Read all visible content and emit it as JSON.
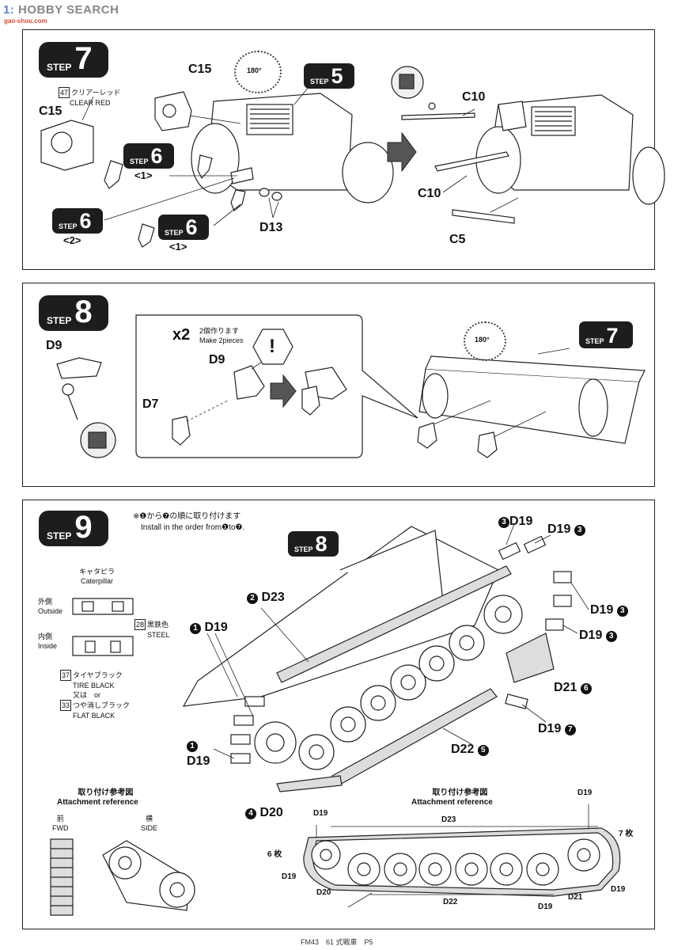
{
  "watermark": {
    "brand": "HOBBY SEARCH",
    "brand_prefix": "1:",
    "url": "gao-shou.com"
  },
  "step7": {
    "word": "STEP",
    "number": "7",
    "ref_step5": {
      "word": "STEP",
      "number": "5"
    },
    "ref_step6_a": {
      "word": "STEP",
      "number": "6",
      "sub": "<1>"
    },
    "ref_step6_b": {
      "word": "STEP",
      "number": "6",
      "sub": "<2>"
    },
    "ref_step6_c": {
      "word": "STEP",
      "number": "6",
      "sub": "<1>"
    },
    "rotate": "180°",
    "paint_num": "47",
    "paint_jp": "クリアーレッド",
    "paint_en": "CLEAR RED",
    "labels": {
      "c15_top": "C15",
      "c15_left": "C15",
      "d13": "D13",
      "c10_top": "C10",
      "c10_bottom": "C10",
      "c5": "C5"
    }
  },
  "step8": {
    "word": "STEP",
    "number": "8",
    "ref_step7": {
      "word": "STEP",
      "number": "7"
    },
    "rotate": "180°",
    "multiplier": "x2",
    "make_jp": "2個作ります",
    "make_en": "Make 2pieces",
    "warning": "!",
    "labels": {
      "d9_left": "D9",
      "d9_mid": "D9",
      "d7": "D7"
    }
  },
  "step9": {
    "word": "STEP",
    "number": "9",
    "ref_step8": {
      "word": "STEP",
      "number": "8"
    },
    "order_jp": "※❶から❼の順に取り付けます",
    "order_en": "Install in the order from❶to❼.",
    "legend": {
      "caterpillar_jp": "キャタピラ",
      "caterpillar_en": "Caterpillar",
      "outside_jp": "外側",
      "outside_en": "Outside",
      "inside_jp": "内側",
      "inside_en": "Inside",
      "steel_num": "28",
      "steel_jp": "黒鉄色",
      "steel_en": "STEEL",
      "tire_num": "37",
      "tire_jp": "タイヤブラック",
      "tire_en": "TIRE BLACK",
      "or_jp": "又は",
      "or_en": "or",
      "flat_num": "33",
      "flat_jp": "つや消しブラック",
      "flat_en": "FLAT BLACK"
    },
    "callouts": [
      {
        "num": "1",
        "part": "D19"
      },
      {
        "num": "2",
        "part": "D23"
      },
      {
        "num": "3",
        "part": "D19"
      },
      {
        "num": "4",
        "part": "D20"
      },
      {
        "num": "5",
        "part": "D22"
      },
      {
        "num": "6",
        "part": "D21"
      },
      {
        "num": "7",
        "part": "D19"
      }
    ],
    "attach_left": {
      "title_jp": "取り付け参考図",
      "title_en": "Attachment reference",
      "fwd_jp": "前",
      "fwd_en": "FWD",
      "side_jp": "横",
      "side_en": "SIDE"
    },
    "attach_right": {
      "title_jp": "取り付け参考図",
      "title_en": "Attachment reference",
      "labels": {
        "d19_a": "D19",
        "d23": "D23",
        "d19_b": "D19",
        "count_6": "6 枚",
        "d19_c": "D19",
        "d20": "D20",
        "d22": "D22",
        "d19_d": "D19",
        "d21": "D21",
        "d19_e": "D19",
        "count_7": "7 枚"
      }
    }
  },
  "footer": "FM43　61 式戦車　P5"
}
